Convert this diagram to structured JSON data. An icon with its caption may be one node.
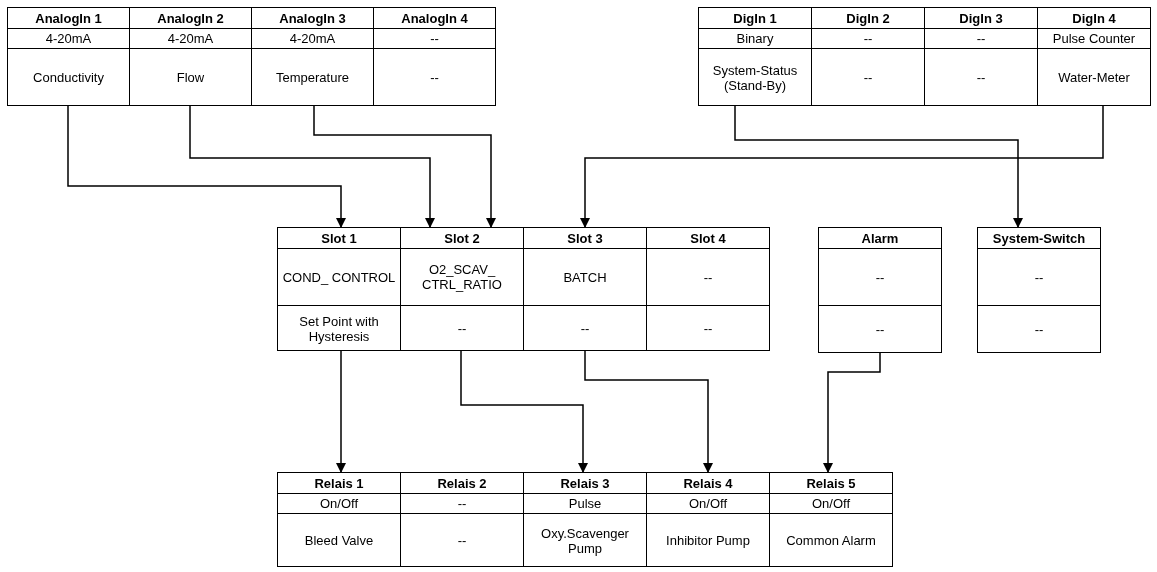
{
  "diagram": {
    "nodes": [
      {
        "text": [
          "AnalogIn 1",
          "4-20mA",
          "Conductivity"
        ]
      },
      {
        "text": [
          "AnalogIn 2",
          "4-20mA",
          "Flow"
        ]
      },
      {
        "text": [
          "AnalogIn 3",
          "4-20mA",
          "Temperature"
        ]
      },
      {
        "text": [
          "AnalogIn 4",
          "--",
          "--"
        ]
      },
      {
        "text": [
          "DigIn 1",
          "Binary",
          "System-Status (Stand-By)"
        ]
      },
      {
        "text": [
          "DigIn 2",
          "--",
          "--"
        ]
      },
      {
        "text": [
          "DigIn 3",
          "--",
          "--"
        ]
      },
      {
        "text": [
          "DigIn 4",
          "Pulse Counter",
          "Water-Meter"
        ]
      },
      {
        "text": [
          "Slot 1",
          "COND_ CONTROL",
          "Set Point with Hysteresis"
        ]
      },
      {
        "text": [
          "Slot 2",
          "O2_SCAV_ CTRL_RATIO",
          "--"
        ]
      },
      {
        "text": [
          "Slot 3",
          "BATCH",
          "--"
        ]
      },
      {
        "text": [
          "Slot 4",
          "--",
          "--"
        ]
      },
      {
        "text": [
          "Alarm",
          "--",
          "--"
        ]
      },
      {
        "text": [
          "System-Switch",
          "--",
          "--"
        ]
      },
      {
        "text": [
          "Relais 1",
          "On/Off",
          "Bleed Valve"
        ]
      },
      {
        "text": [
          "Relais 2",
          "--",
          "--"
        ]
      },
      {
        "text": [
          "Relais 3",
          "Pulse",
          "Oxy.Scavenger Pump"
        ]
      },
      {
        "text": [
          "Relais 4",
          "On/Off",
          "Inhibitor Pump"
        ]
      },
      {
        "text": [
          "Relais 5",
          "On/Off",
          "Common Alarm"
        ]
      }
    ],
    "edges": [
      {
        "from": 0,
        "to": 8,
        "arrow": "to"
      },
      {
        "from": 1,
        "to": 9,
        "arrow": "to"
      },
      {
        "from": 2,
        "to": 9,
        "arrow": "to"
      },
      {
        "from": 4,
        "to": 13,
        "arrow": "to"
      },
      {
        "from": 7,
        "to": 10,
        "arrow": "to"
      },
      {
        "from": 8,
        "to": 14,
        "arrow": "to"
      },
      {
        "from": 9,
        "to": 16,
        "arrow": "to"
      },
      {
        "from": 10,
        "to": 17,
        "arrow": "to"
      },
      {
        "from": 12,
        "to": 18,
        "arrow": "to"
      }
    ]
  }
}
